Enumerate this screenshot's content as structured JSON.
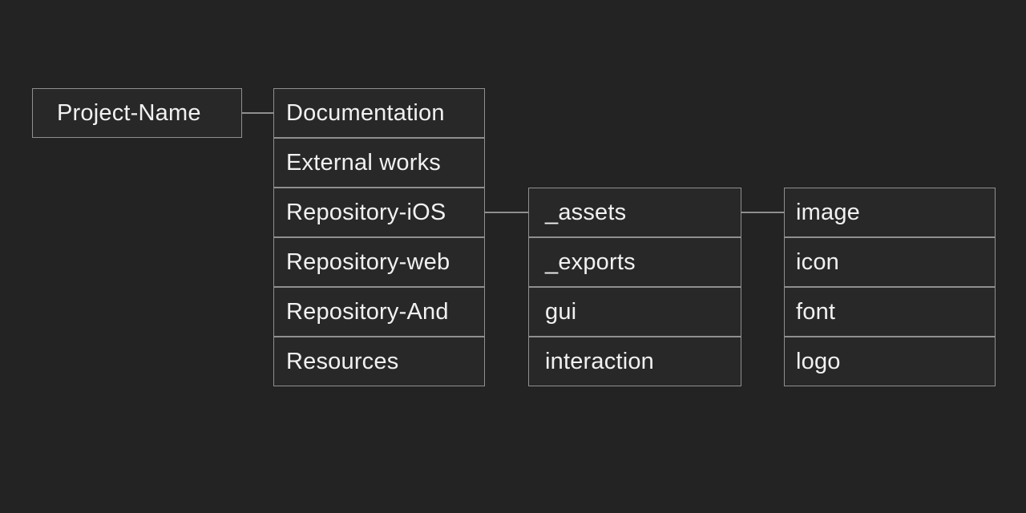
{
  "colors": {
    "background": "#232323",
    "node_fill": "#282828",
    "node_border": "#8f8f8f",
    "node_text": "#f1f1f1"
  },
  "nodes": {
    "root": "Project-Name",
    "level1": [
      "Documentation",
      "External works",
      "Repository-iOS",
      "Repository-web",
      "Repository-And",
      "Resources"
    ],
    "level2": [
      "_assets",
      "_exports",
      "gui",
      "interaction"
    ],
    "level3": [
      "image",
      "icon",
      "font",
      "logo"
    ]
  }
}
